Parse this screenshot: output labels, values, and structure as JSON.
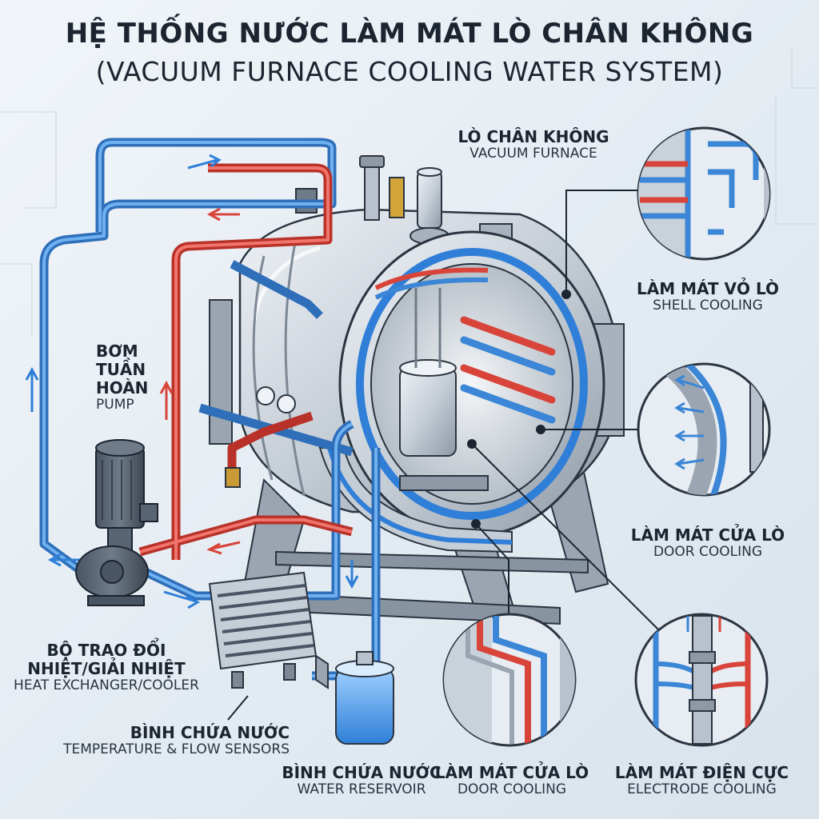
{
  "title": {
    "vi": "HỆ THỐNG NƯỚC LÀM MÁT LÒ CHÂN KHÔNG",
    "en": "(VACUUM FURNACE COOLING WATER SYSTEM)"
  },
  "labels": {
    "furnace": {
      "vi": "LÒ CHÂN KHÔNG",
      "en": "VACUUM FURNACE"
    },
    "shell_cooling": {
      "vi": "LÀM MÁT VỎ LÒ",
      "en": "SHELL COOLING"
    },
    "door_cooling_right": {
      "vi": "LÀM MÁT CỬA LÒ",
      "en": "DOOR COOLING"
    },
    "pump": {
      "vi_lines": [
        "BƠM",
        "TUẦN",
        "HOÀN"
      ],
      "en": "PUMP"
    },
    "heat_exchanger": {
      "vi_lines": [
        "BỘ TRAO ĐỔI",
        "NHIỆT/GIẢI NHIỆT"
      ],
      "en": "HEAT EXCHANGER/COOLER"
    },
    "sensors": {
      "vi": "BÌNH CHỨA NƯỚC",
      "en": "TEMPERATURE & FLOW SENSORS"
    },
    "reservoir": {
      "vi": "BÌNH CHỨA NƯỚC",
      "en": "WATER RESERVOIR"
    },
    "door_cooling_bottom": {
      "vi": "LÀM MÁT CỬA LÒ",
      "en": "DOOR COOLING"
    },
    "electrode_cooling": {
      "vi": "LÀM MÁT ĐIỆN CỰC",
      "en": "ELECTRODE COOLING"
    }
  },
  "colors": {
    "cold_water": "#3b86d6",
    "hot_water": "#d9443a",
    "steel": "#b9c2cc",
    "steel_dark": "#7d8894",
    "outline": "#2b3440"
  }
}
